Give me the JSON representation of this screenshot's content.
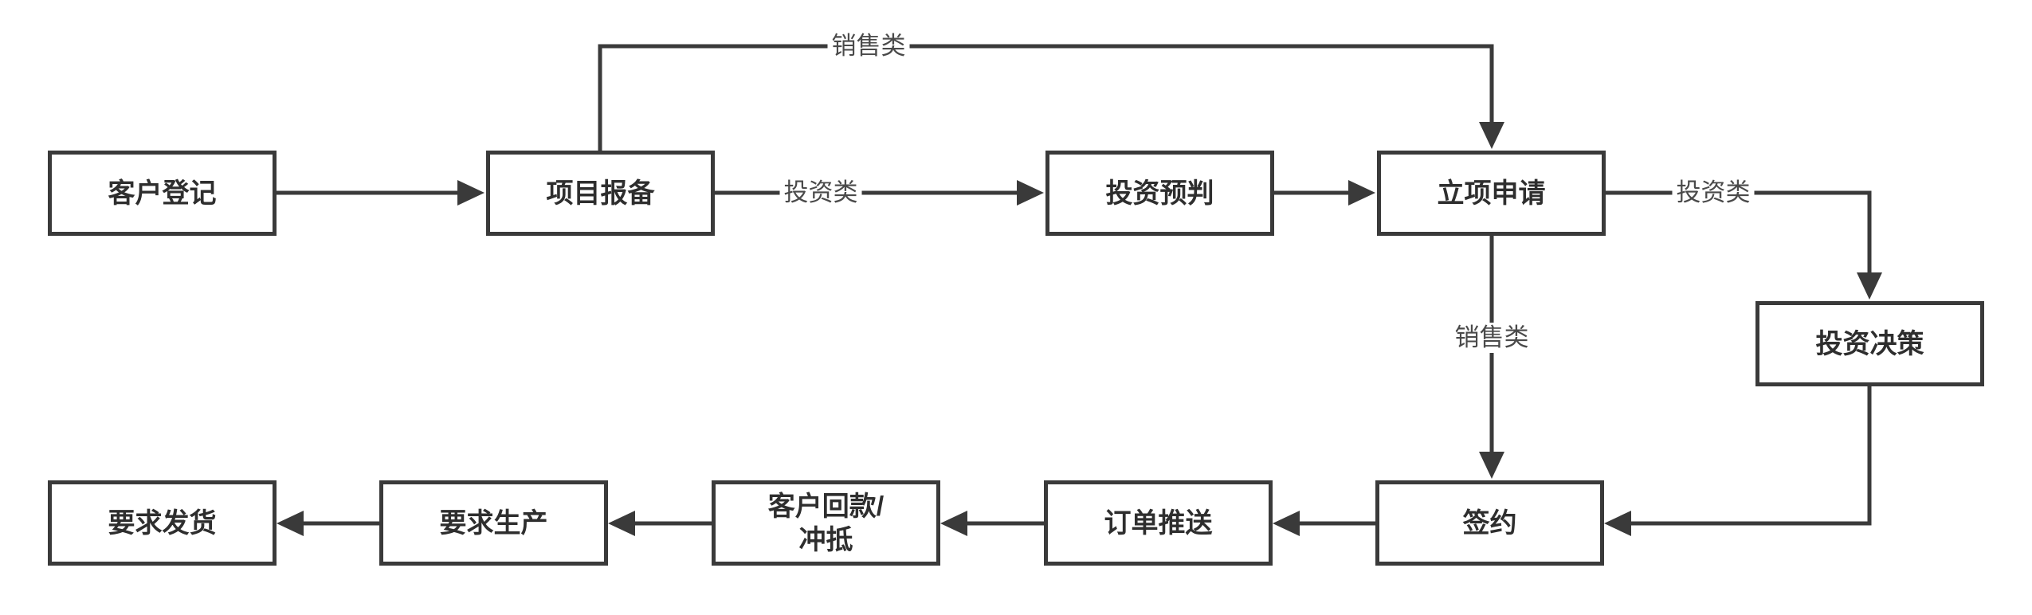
{
  "diagram": {
    "type": "flowchart",
    "background_color": "#ffffff",
    "stroke_color": "#3a3a3a",
    "node_fill_color": "#ffffff",
    "node_text_color": "#2e2e2e",
    "edge_label_color": "#4a4a4a",
    "nodes": [
      {
        "id": "customer-registration",
        "label": "客户登记"
      },
      {
        "id": "project-filing",
        "label": "项目报备"
      },
      {
        "id": "investment-prejudge",
        "label": "投资预判"
      },
      {
        "id": "project-application",
        "label": "立项申请"
      },
      {
        "id": "investment-decision",
        "label": "投资决策"
      },
      {
        "id": "signing",
        "label": "签约"
      },
      {
        "id": "order-push",
        "label": "订单推送"
      },
      {
        "id": "payment-offset",
        "label": "客户回款/冲抵",
        "lines": [
          "客户回款/",
          "冲抵"
        ]
      },
      {
        "id": "production-request",
        "label": "要求生产"
      },
      {
        "id": "shipment-request",
        "label": "要求发货"
      }
    ],
    "edges": [
      {
        "from": "客户登记",
        "to": "项目报备",
        "label": ""
      },
      {
        "from": "项目报备",
        "to": "立项申请",
        "label": "销售类",
        "route": "over-the-top"
      },
      {
        "from": "项目报备",
        "to": "投资预判",
        "label": "投资类"
      },
      {
        "from": "投资预判",
        "to": "立项申请",
        "label": ""
      },
      {
        "from": "立项申请",
        "to": "投资决策",
        "label": "投资类"
      },
      {
        "from": "立项申请",
        "to": "签约",
        "label": "销售类"
      },
      {
        "from": "投资决策",
        "to": "签约",
        "label": ""
      },
      {
        "from": "签约",
        "to": "订单推送",
        "label": ""
      },
      {
        "from": "订单推送",
        "to": "客户回款/冲抵",
        "label": ""
      },
      {
        "from": "客户回款/冲抵",
        "to": "要求生产",
        "label": ""
      },
      {
        "from": "要求生产",
        "to": "要求发货",
        "label": ""
      }
    ]
  }
}
